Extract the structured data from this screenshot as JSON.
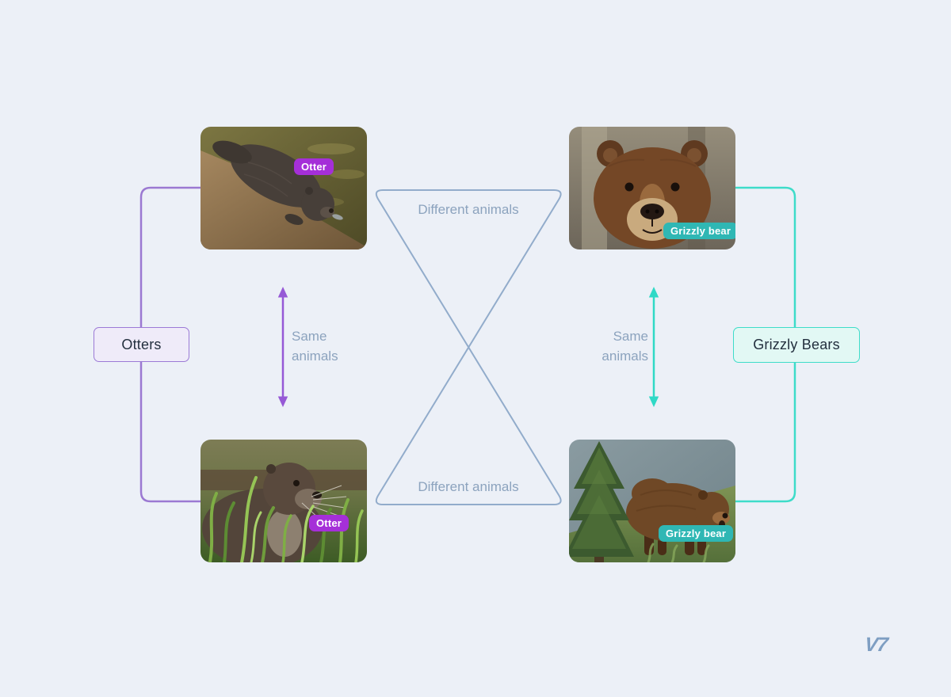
{
  "diagram": {
    "cards": [
      {
        "id": "otter-top",
        "badge": "Otter",
        "scene": "otter drinking at water edge on a rock"
      },
      {
        "id": "grizzly-top",
        "badge": "Grizzly bear",
        "scene": "grizzly bear face close-up"
      },
      {
        "id": "otter-bottom",
        "badge": "Otter",
        "scene": "otter in tall green grass"
      },
      {
        "id": "grizzly-bottom",
        "badge": "Grizzly bear",
        "scene": "grizzly bear walking in meadow by evergreen tree"
      }
    ],
    "class_boxes": [
      {
        "label": "Otters"
      },
      {
        "label": "Grizzly Bears"
      }
    ],
    "labels": {
      "same_left": "Same animals",
      "same_right": "Same animals",
      "different_top": "Different animals",
      "different_bottom": "Different animals"
    },
    "logo_text": "V7",
    "colors": {
      "bg": "#ECF0F7",
      "blue_line": "#92ACCB",
      "label_text": "#8CA3BE",
      "box_text": "#232F3E",
      "purple_line": "#9B79D2",
      "purple_arrow": "#9659D6",
      "teal_line": "#3EDCC9",
      "teal_arrow": "#2FD9C6",
      "badge_purple": "#A52FD8",
      "badge_teal": "#2FB7B4",
      "box_purple_border": "#9C7AD6",
      "box_purple_bg": "#EFEBF9",
      "box_teal_border": "#3EDCC9",
      "box_teal_bg": "#E2F8F4",
      "logo": "#7E9EC2"
    }
  }
}
